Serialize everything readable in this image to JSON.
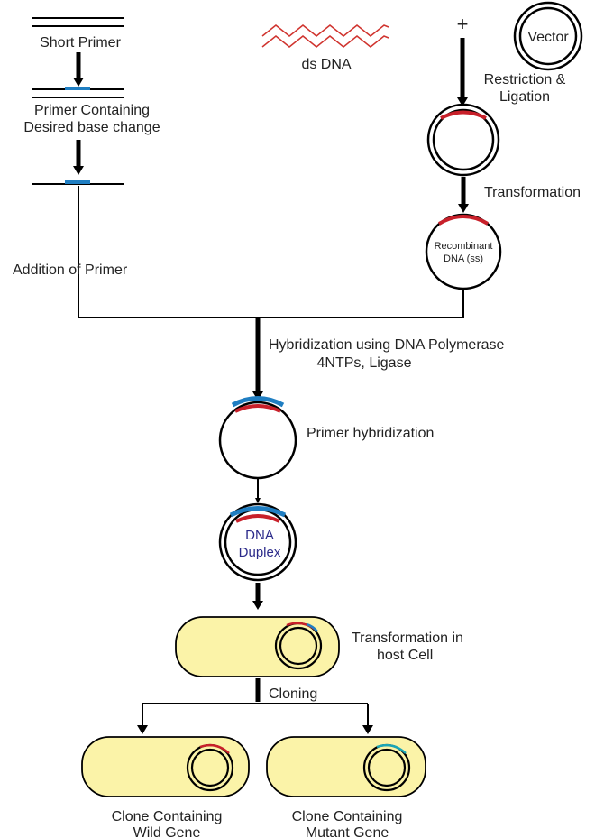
{
  "labels": {
    "short_primer": "Short Primer",
    "primer_containing_1": "Primer Containing",
    "primer_containing_2": "Desired base change",
    "addition_of_primer": "Addition of Primer",
    "ds_dna": "ds DNA",
    "plus": "+",
    "vector": "Vector",
    "restriction_1": "Restriction &",
    "restriction_2": "Ligation",
    "transformation": "Transformation",
    "recombinant_1": "Recombinant",
    "recombinant_2": "DNA (ss)",
    "hybridization_1": "Hybridization using DNA Polymerase",
    "hybridization_2": "4NTPs, Ligase",
    "primer_hybridization": "Primer hybridization",
    "dna_1": "DNA",
    "dna_2": "Duplex",
    "transformation_host_1": "Transformation  in",
    "transformation_host_2": "host Cell",
    "cloning": "Cloning",
    "clone_wild_1": "Clone Containing",
    "clone_wild_2": "Wild Gene",
    "clone_mutant_1": "Clone Containing",
    "clone_mutant_2": "Mutant Gene"
  },
  "colors": {
    "wild_strand": "#c8202a",
    "primer": "#1f7ec2",
    "host_cell": "#fbf3a8",
    "duplex_text": "#2b2a8a"
  }
}
